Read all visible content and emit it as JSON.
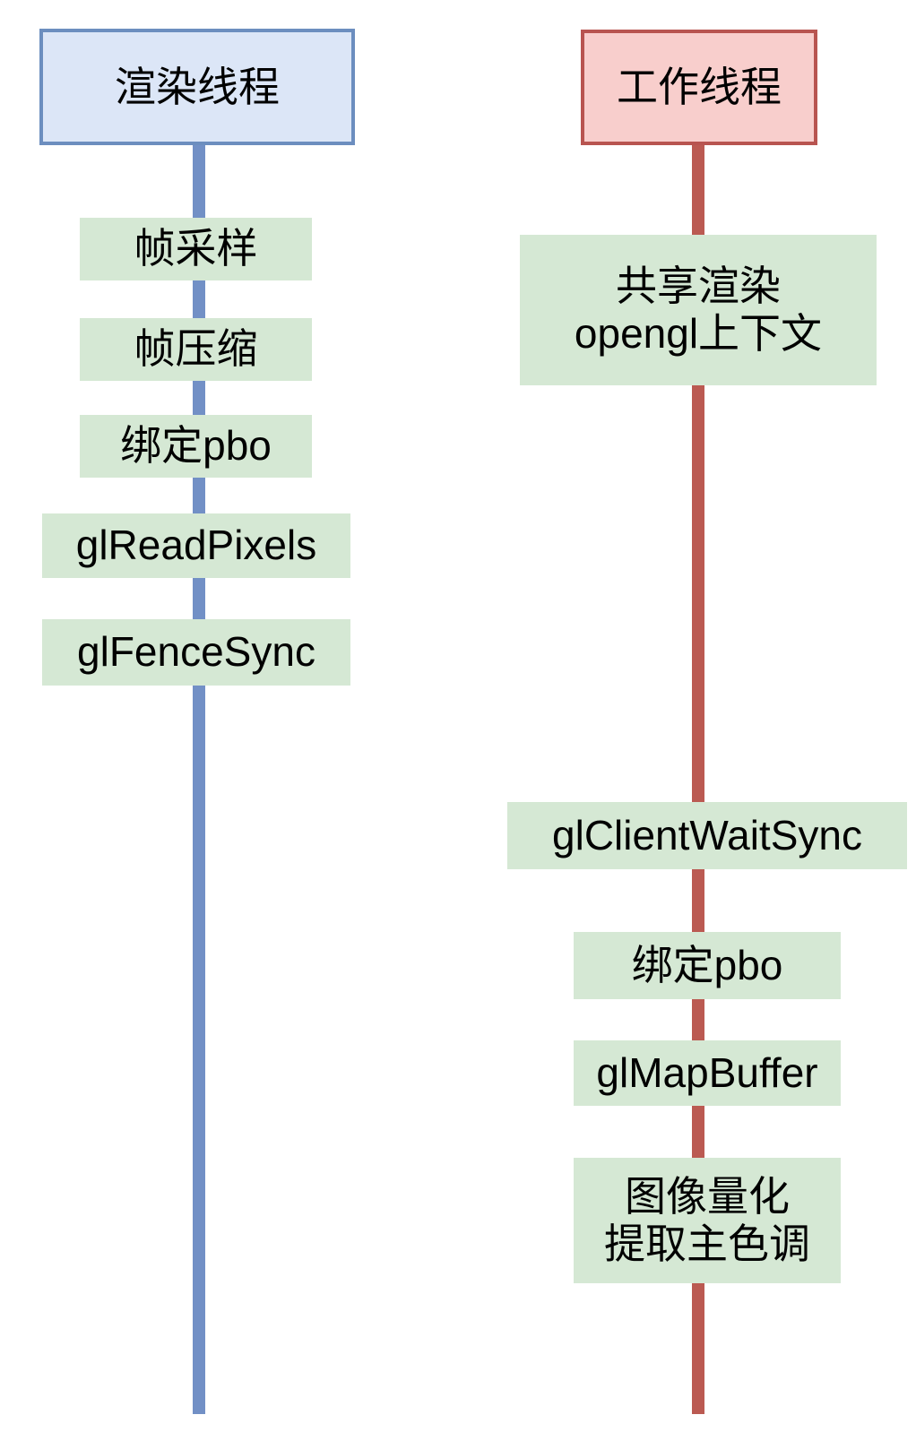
{
  "diagram": {
    "type": "sequence-lifeline-diagram",
    "title_present": false,
    "background_color": "#ffffff",
    "colors": {
      "render_line": "#7290c6",
      "render_box_fill": "#dce6f7",
      "render_box_border": "#6c8ebf",
      "worker_line": "#bb5a52",
      "worker_box_fill": "#f8cecc",
      "worker_box_border": "#b85450",
      "activity_fill": "#d5e8d4",
      "text": "#000000"
    }
  },
  "lanes": [
    {
      "id": "render-thread",
      "header": "渲染线程",
      "steps": [
        {
          "label": "帧采样"
        },
        {
          "label": "帧压缩"
        },
        {
          "label": "绑定pbo"
        },
        {
          "label": "glReadPixels"
        },
        {
          "label": "glFenceSync"
        }
      ]
    },
    {
      "id": "worker-thread",
      "header": "工作线程",
      "steps": [
        {
          "label": "共享渲染\nopengl上下文"
        },
        {
          "label": "glClientWaitSync"
        },
        {
          "label": "绑定pbo"
        },
        {
          "label": "glMapBuffer"
        },
        {
          "label": "图像量化\n提取主色调"
        }
      ]
    }
  ]
}
